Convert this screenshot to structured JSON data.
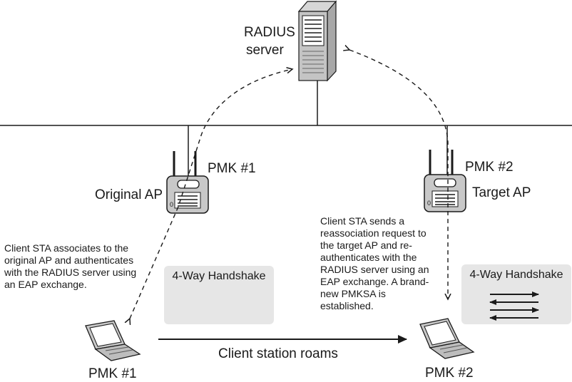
{
  "radius_server": {
    "label_line1": "RADIUS",
    "label_line2": "server"
  },
  "original_ap": {
    "label": "Original AP",
    "pmk": "PMK #1"
  },
  "target_ap": {
    "label": "Target AP",
    "pmk": "PMK #2"
  },
  "left_client": {
    "pmk": "PMK #1"
  },
  "right_client": {
    "pmk": "PMK #2"
  },
  "roam_label": "Client station roams",
  "handshake_left": {
    "title": "4-Way Handshake"
  },
  "handshake_right": {
    "title": "4-Way Handshake"
  },
  "note_left": "Client STA associates to the\noriginal AP and authenticates\nwith the RADIUS server using\nan EAP exchange.",
  "note_right": "Client STA sends a\nreassociation request to\nthe target AP and re-\nauthenticates with the\nRADIUS server using an\nEAP exchange. A brand-\nnew PMKSA is\nestablished.",
  "colors": {
    "line": "#1a1a1a",
    "device_gray": "#c8c8c8",
    "box_gray": "#e6e6e6"
  }
}
